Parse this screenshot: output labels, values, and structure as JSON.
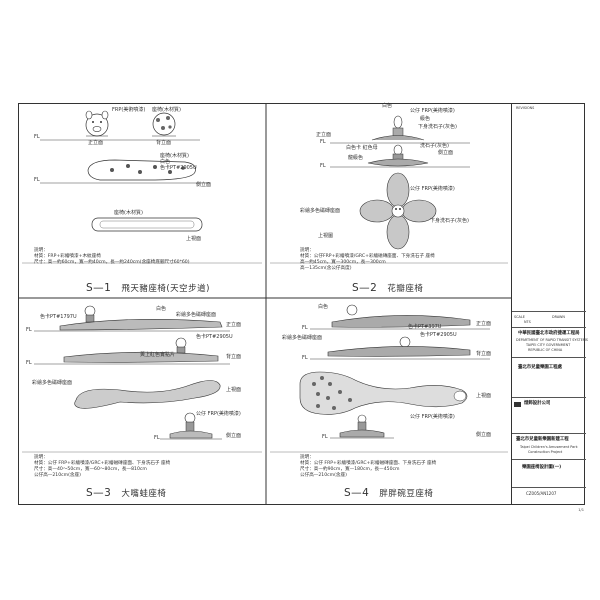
{
  "panels": {
    "s1": {
      "number": "S—1",
      "title": "飛天豬座椅(天空步道)",
      "labels": {
        "frp": "FRP(美術噴漆)",
        "wood_top": "座椅(木材質)",
        "fl1": "FL",
        "front": "正立面",
        "back": "背立面",
        "seat": "座椅(木材質)",
        "white": "白色",
        "pantone": "色卡PT#2905U",
        "fl2": "FL",
        "side": "側立面",
        "seat2": "座椅(木材質)",
        "plan": "上視面"
      },
      "notes": {
        "heading": "說明：",
        "material": "材質：FRP+彩繪噴漆+木紋座椅",
        "size": "尺寸：高—約60cm，寬—約40cm，長—約240cm(含座椅底腳尺寸60*60)"
      }
    },
    "s2": {
      "number": "S—2",
      "title": "花瓣座椅",
      "labels": {
        "frp": "公仔 FRP(美術噴漆)",
        "white": "白色",
        "grc": "級色",
        "stone": "下身洗石子(灰色)",
        "front": "正立面",
        "fl1": "FL",
        "seat": "白色卡 紅色母",
        "side1": "側立面",
        "mosaic": "洗石子(灰色)",
        "seat_color": "龍級色",
        "fl2": "FL",
        "plan_frp": "公仔 FRP(美術噴漆)",
        "plan_grc": "彩繪多色磁磚座面",
        "plan_stone": "下身洗石子(灰色)",
        "plan": "上視圖"
      },
      "notes": {
        "heading": "說明：",
        "material": "材質：公仔FRP+彩繪噴漆/GRC+彩繪磁磚座面、下身洗石子 座椅",
        "size1": "高—約45cm，寬—300cm，長—300cm",
        "size2": "高—135cm(含公仔高度)"
      }
    },
    "s3": {
      "number": "S—3",
      "title": "大嘴蛙座椅",
      "labels": {
        "pantone1": "色卡PT#1797U",
        "white": "白色",
        "mosaic": "彩繪多色磁磚座面",
        "front": "正立面",
        "fl1": "FL",
        "pantone2": "色卡PT#2905U",
        "tiles": "黃上紅色實點片",
        "back": "背立面",
        "fl2": "FL",
        "seat": "彩繪多色磁磚座面",
        "plan": "上視面",
        "frp": "公仔 FRP(美術噴漆)",
        "side": "側立面",
        "fl3": "FL"
      },
      "notes": {
        "heading": "說明：",
        "material": "材質：公仔 FRP+彩繪噴漆/GRC+彩繪磁磚座面、下身洗石子 座椅",
        "size1": "尺寸：高—40～50cm，寬—60～80cm，長—810cm",
        "size2": "公仔高—210cm(含座)"
      }
    },
    "s4": {
      "number": "S—4",
      "title": "胖胖碗豆座椅",
      "labels": {
        "white": "白色",
        "pantone1": "色卡PT#397U",
        "front": "正立面",
        "fl1": "FL",
        "mosaic": "彩繪多色磁磚座面",
        "pantone2": "色卡PT#2905U",
        "side": "背立面",
        "fl2": "FL",
        "plan": "上視面",
        "frp": "公仔 FRP(美術噴漆)",
        "side2": "側立面",
        "fl3": "FL"
      },
      "notes": {
        "heading": "說明：",
        "material": "材質：公仔 FRP+彩繪噴漆/GRC+彩繪磁磚座面、下身洗石子 座椅",
        "size1": "尺寸：高—約90cm，寬—180cm，長—450cm",
        "size2": "公仔高—210cm(含座)"
      }
    }
  },
  "title_block": {
    "revisions": "REVISIONS",
    "scale_label": "SCALE",
    "scale_value": "NTS",
    "drawn_label": "DRAWN",
    "dept_cn": "中華民國臺北市政府捷運工程局",
    "dept_en1": "DEPARTMENT OF RAPID TRANSIT SYSTEMS",
    "dept_en2": "TAIPEI CITY GOVERNMENT",
    "dept_en3": "REPUBLIC OF CHINA",
    "consultant": "臺北市兒童樂園工程處",
    "designer": "燈飾設計公司",
    "project_cn": "臺北市兒童新樂園新建工程",
    "project_en1": "Taipei Children's Amusement Park",
    "project_en2": "Construction Project",
    "drawing_title": "樂園座椅設計圖(一)",
    "drawing_no": "CZ005/AN1207"
  },
  "page": "1/1"
}
